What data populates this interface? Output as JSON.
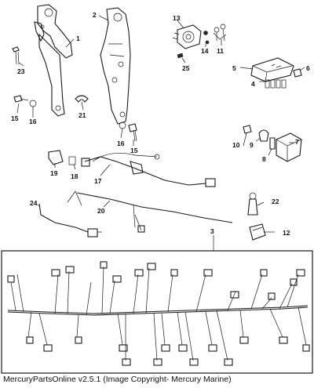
{
  "diagram": {
    "callouts": [
      "1",
      "2",
      "3",
      "4",
      "5",
      "6",
      "7",
      "8",
      "9",
      "10",
      "11",
      "12",
      "13",
      "14",
      "15",
      "15",
      "16",
      "16",
      "17",
      "18",
      "19",
      "20",
      "21",
      "22",
      "23",
      "24",
      "25"
    ]
  },
  "footer": {
    "text": "MercuryPartsOnline v2.5.1 (Image Copyright- Mercury Marine)"
  }
}
